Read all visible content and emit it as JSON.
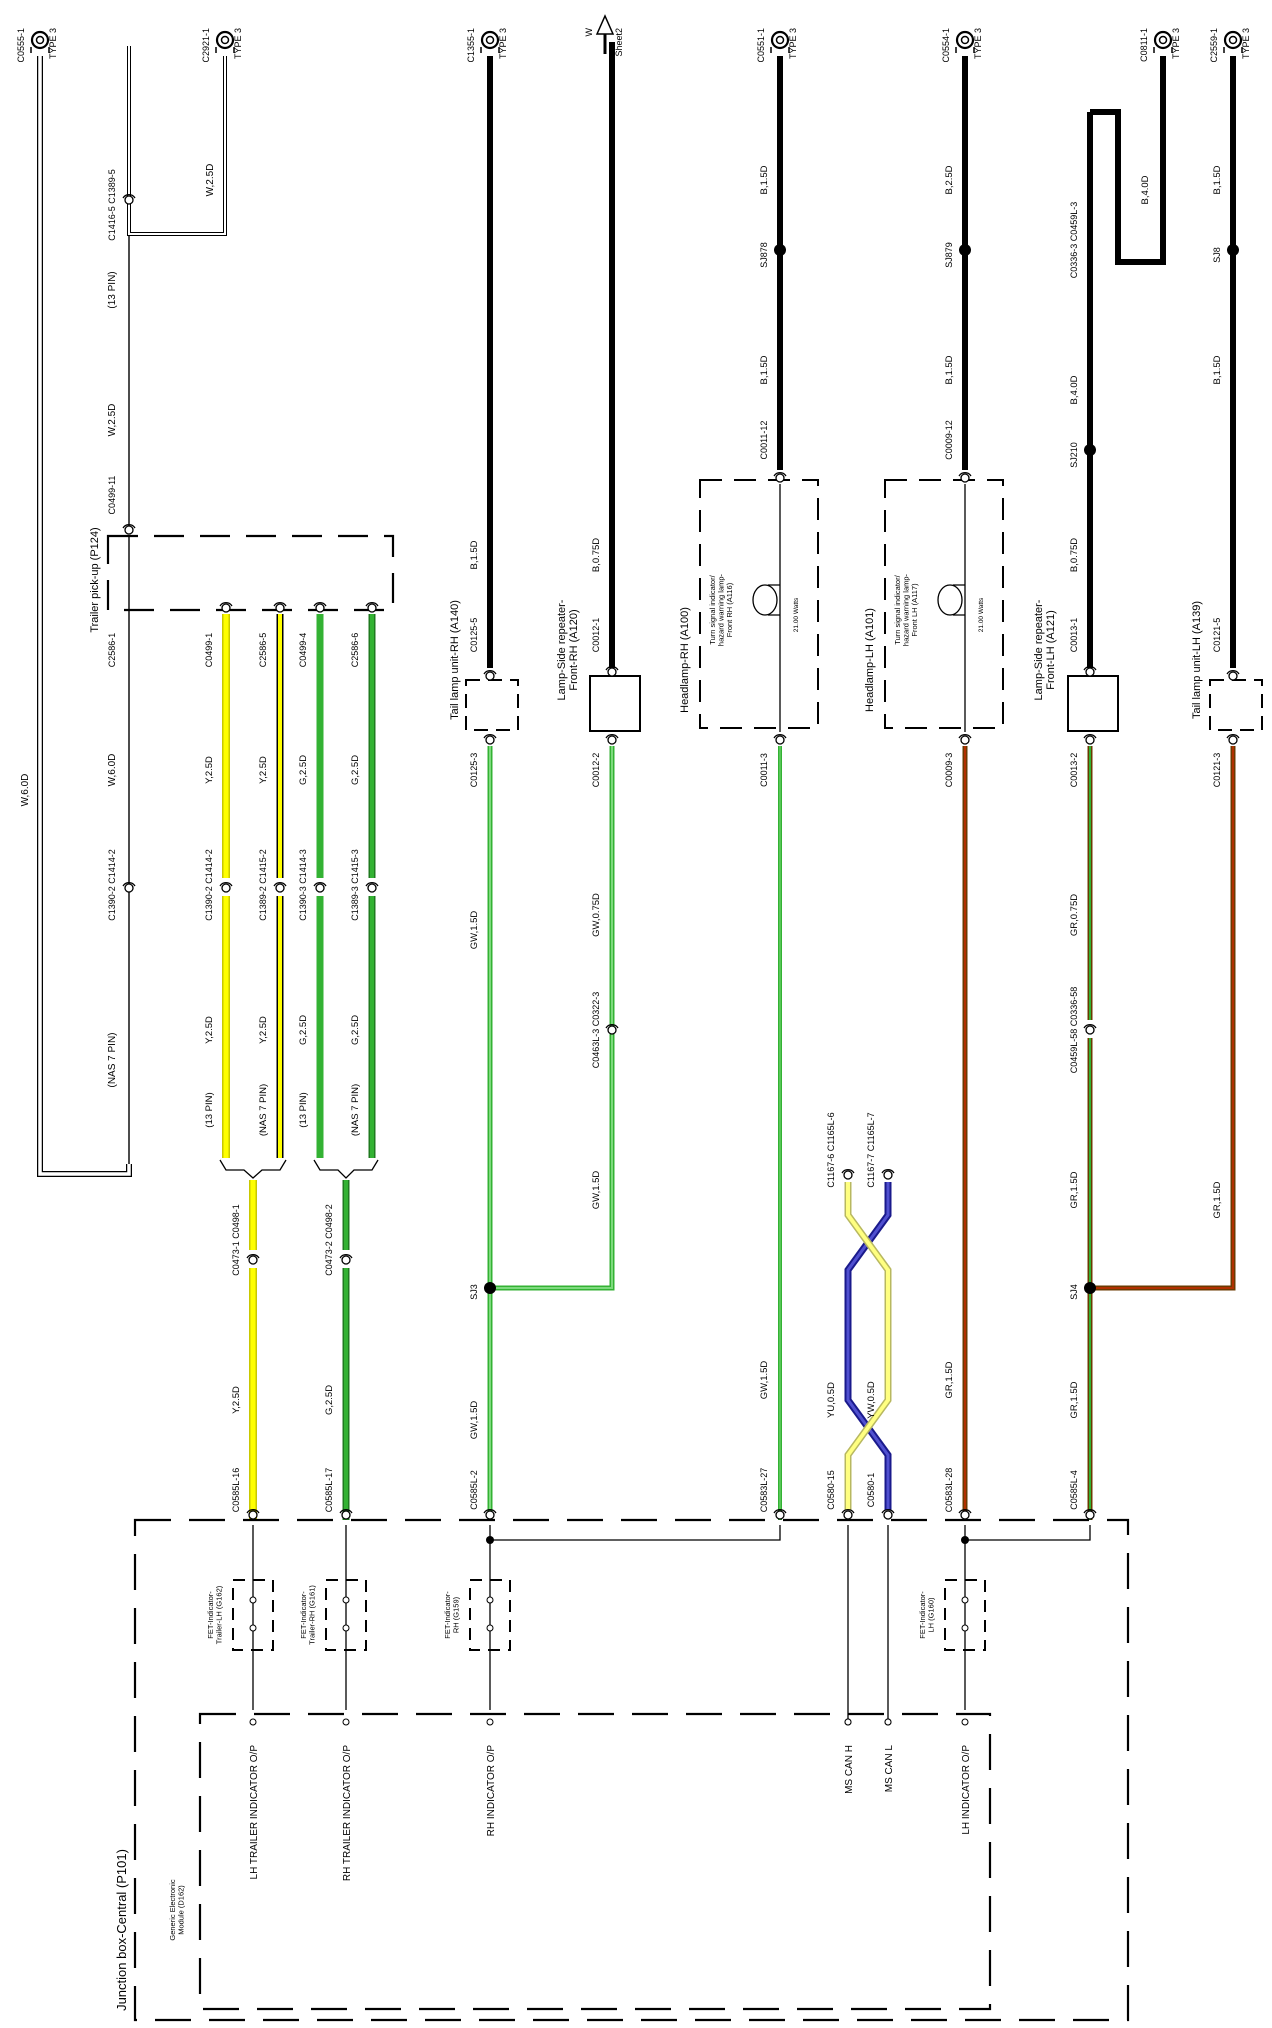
{
  "diagram": {
    "type": "wiring-diagram",
    "colors": {
      "black": "#000000",
      "white": "#ffffff",
      "yellow": "#ffff00",
      "yellow_outline": "#c8c800",
      "green": "#33b233",
      "green_light": "#7dd97d",
      "red": "#b03000",
      "blue": "#1a1a8c",
      "blue_yellow": "#ffff80",
      "grey_wire": "#555555"
    },
    "grounds": [
      {
        "id": "g1",
        "name": "C0555-1",
        "type": "TYPE 3"
      },
      {
        "id": "g2",
        "name": "C2921-1",
        "type": "TYPE 3"
      },
      {
        "id": "g3",
        "name": "C1355-1",
        "type": "TYPE 3"
      },
      {
        "id": "g5",
        "name": "C0551-1",
        "type": "TYPE 3"
      },
      {
        "id": "g6",
        "name": "C0554-1",
        "type": "TYPE 3"
      },
      {
        "id": "g7",
        "name": "C0811-1",
        "type": "TYPE 3"
      },
      {
        "id": "g8",
        "name": "C2559-1",
        "type": "TYPE 3"
      }
    ],
    "sheet_ref": {
      "w": "W",
      "sheet": "Sheet2"
    },
    "components": {
      "trailer_pickup": "Trailer pick-up (P124)",
      "tail_rh": "Tail lamp unit-RH (A140)",
      "side_rep_rh": "Lamp-Side repeater-\nFront-RH (A120)",
      "headlamp_rh": "Headlamp-RH (A100)",
      "headlamp_lh": "Headlamp-LH (A101)",
      "side_rep_lh": "Lamp-Side repeater-\nFront-LH (A121)",
      "tail_lh": "Tail lamp unit-LH (A139)",
      "turn_rh": "Turn signal indicator/\nhazard warning lamp-\nFront RH (A116)",
      "turn_lh": "Turn signal indicator/\nhazard warning lamp-\nFront LH (A117)",
      "watts": "21.00 Watts",
      "junction_box": "Junction box-Central (P101)",
      "gem": "Generic Electronic\nModule (D162)",
      "fet_lh_trailer": "FET-Indicator-\nTrailer-LH (G162)",
      "fet_rh_trailer": "FET-Indicator-\nTrailer-RH (G161)",
      "fet_rh": "FET-Indicator-\nRH (G159)",
      "fet_lh": "FET-Indicator-\nLH (G160)"
    },
    "outputs": {
      "lh_trailer": "LH TRAILER INDICATOR O/P",
      "rh_trailer": "RH TRAILER INDICATOR O/P",
      "rh": "RH INDICATOR O/P",
      "ms_can_h": "MS CAN H",
      "ms_can_l": "MS CAN L",
      "lh": "LH INDICATOR O/P"
    },
    "labels": {
      "w60": "W,6.0D",
      "w25": "W,2.5D",
      "w25b": "W,2.5D",
      "w60b": "W,6.0D",
      "pin13a": "(13 PIN)",
      "pin13b": "(13 PIN)",
      "pin13c": "(13 PIN)",
      "nas7a": "(NAS 7 PIN)",
      "nas7b": "(NAS 7 PIN)",
      "nas7c": "(NAS 7 PIN)",
      "c1416": "C1416-5 C1389-5",
      "c0499_11": "C0499-11",
      "c2586_1": "C2586-1",
      "c1390_2a": "C1390-2 C1414-2",
      "c0499_1": "C0499-1",
      "c2586_5": "C2586-5",
      "c0499_4": "C0499-4",
      "c2586_6": "C2586-6",
      "y25a": "Y,2.5D",
      "y25b": "Y,2.5D",
      "g25a": "G,2.5D",
      "g25b": "G,2.5D",
      "c1390_2b": "C1390-2 C1414-2",
      "c1389_2": "C1389-2 C1415-2",
      "c1390_3": "C1390-3 C1414-3",
      "c1389_3": "C1389-3 C1415-3",
      "y25c": "Y,2.5D",
      "y25d": "Y,2.5D",
      "g25c": "G,2.5D",
      "g25d": "G,2.5D",
      "c0473_1": "C0473-1 C0498-1",
      "c0473_2": "C0473-2 C0498-2",
      "y25e": "Y,2.5D",
      "g25e": "G,2.5D",
      "c0585l_16": "C0585L-16",
      "c0585l_17": "C0585L-17",
      "b15a": "B,1.5D",
      "c0125_5": "C0125-5",
      "c0125_3": "C0125-3",
      "gw15a": "GW,1.5D",
      "sj3": "SJ3",
      "gw15b": "GW,1.5D",
      "c0585l_2": "C0585L-2",
      "b075": "B,0.75D",
      "c0012_1": "C0012-1",
      "c0012_2": "C0012-2",
      "gw075": "GW,0.75D",
      "c0463l_3": "C0463L-3 C0322-3",
      "gw15c": "GW,1.5D",
      "b15b": "B,1.5D",
      "sj878": "SJ878",
      "b15c": "B,1.5D",
      "c0011_12": "C0011-12",
      "c0011_3": "C0011-3",
      "gw15d": "GW,1.5D",
      "c0583l_27": "C0583L-27",
      "c1167_6": "C1167-6 C1165L-6",
      "c1167_7": "C1167-7 C1165L-7",
      "yu05": "YU,0.5D",
      "yw05": "YW,0.5D",
      "c0580_15": "C0580-15",
      "c0580_1": "C0580-1",
      "b25": "B,2.5D",
      "sj879": "SJ879",
      "b15d": "B,1.5D",
      "c0009_12": "C0009-12",
      "c0009_3": "C0009-3",
      "gr15a": "GR,1.5D",
      "c0583l_28": "C0583L-28",
      "c0336_3": "C0336-3 C0459L-3",
      "b40a": "B,4.0D",
      "sj210": "SJ210",
      "b075b": "B,0.75D",
      "c0013_1": "C0013-1",
      "c0013_2": "C0013-2",
      "gr075": "GR,0.75D",
      "c0459l_58": "C0459L-58 C0336-58",
      "gr15b": "GR,1.5D",
      "sj4": "SJ4",
      "gr15c": "GR,1.5D",
      "c0585l_4": "C0585L-4",
      "b40b": "B,4.0D",
      "b15e": "B,1.5D",
      "sj8": "SJ8",
      "b15f": "B,1.5D",
      "c0121_5": "C0121-5",
      "c0121_3": "C0121-3",
      "gr15d": "GR,1.5D"
    }
  }
}
